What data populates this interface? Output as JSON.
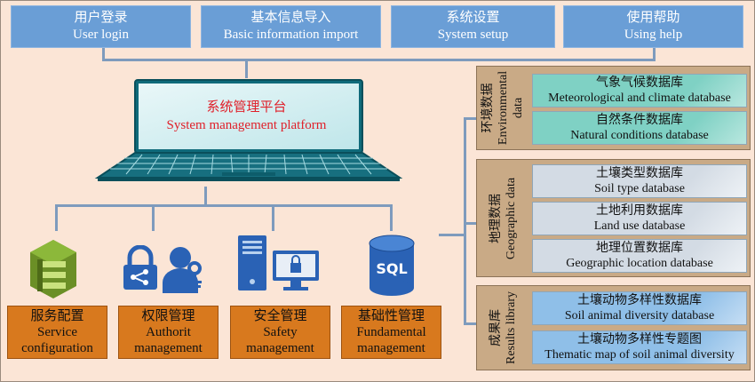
{
  "top_nav": [
    {
      "zh": "用户登录",
      "en": "User login"
    },
    {
      "zh": "基本信息导入",
      "en": "Basic information import"
    },
    {
      "zh": "系统设置",
      "en": "System setup"
    },
    {
      "zh": "使用帮助",
      "en": "Using help"
    }
  ],
  "platform": {
    "zh": "系统管理平台",
    "en": "System management platform"
  },
  "modules": [
    {
      "zh": "服务配置",
      "en1": "Service",
      "en2": "configuration"
    },
    {
      "zh": "权限管理",
      "en1": "Authorit",
      "en2": "management"
    },
    {
      "zh": "安全管理",
      "en1": "Safety",
      "en2": "management"
    },
    {
      "zh": "基础性管理",
      "en1": "Fundamental",
      "en2": "management"
    }
  ],
  "icons": {
    "database_text": "SQL"
  },
  "groups": [
    {
      "zh": "环境数据",
      "en1": "Environmental",
      "en2": "data",
      "items": [
        {
          "zh": "气象气候数据库",
          "en": "Meteorological and climate database"
        },
        {
          "zh": "自然条件数据库",
          "en": "Natural conditions database"
        }
      ]
    },
    {
      "zh": "地理数据",
      "en1": "Geographic data",
      "en2": "",
      "items": [
        {
          "zh": "土壤类型数据库",
          "en": "Soil type database"
        },
        {
          "zh": "土地利用数据库",
          "en": "Land use database"
        },
        {
          "zh": "地理位置数据库",
          "en": "Geographic location database"
        }
      ]
    },
    {
      "zh": "成果库",
      "en1": "Results library",
      "en2": "",
      "items": [
        {
          "zh": "土壤动物多样性数据库",
          "en": "Soil animal diversity database"
        },
        {
          "zh": "土壤动物多样性专题图",
          "en": "Thematic map of soil animal diversity"
        }
      ]
    }
  ],
  "colors": {
    "background": "#fbe5d6",
    "nav_button": "#6a9ed6",
    "module_button": "#d8791e",
    "group_panel": "#c9aa86",
    "platform_text": "#e0202a"
  }
}
